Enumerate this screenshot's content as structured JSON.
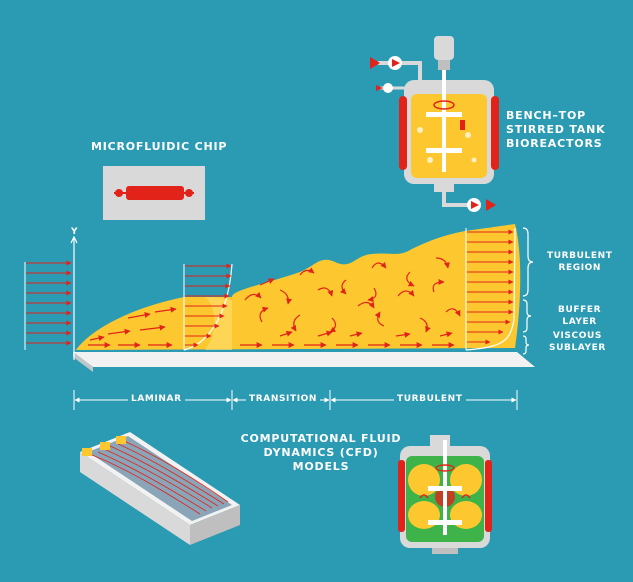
{
  "labels": {
    "microfluidic_chip": "MICROFLUIDIC CHIP",
    "bioreactors_line1": "BENCH–TOP",
    "bioreactors_line2": "STIRRED TANK",
    "bioreactors_line3": "BIOREACTORS",
    "cfd_line1": "COMPUTATIONAL FLUID",
    "cfd_line2": "DYNAMICS (CFD)",
    "cfd_line3": "MODELS",
    "turbulent_region_line1": "TURBULENT",
    "turbulent_region_line2": "REGION",
    "buffer_layer_line1": "BUFFER",
    "buffer_layer_line2": "LAYER",
    "viscous_line1": "VISCOUS",
    "viscous_line2": "SUBLAYER",
    "y_axis": "Y"
  },
  "zones": {
    "laminar": "LAMINAR",
    "transition": "TRANSITION",
    "turbulent": "TURBULENT"
  },
  "colors": {
    "background": "#2a9bb3",
    "fluid": "#fdc82f",
    "arrow": "#e2231a",
    "plate": "#f2f2f2",
    "chip": "#d9d9d9"
  }
}
